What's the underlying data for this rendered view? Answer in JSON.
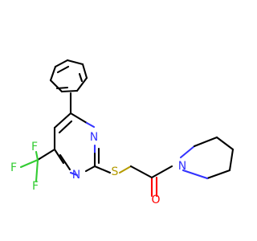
{
  "molecule": {
    "atoms": {
      "n_upper": "N",
      "n_lower": "N",
      "n_piperidine": "N",
      "s_thio": "S",
      "o_carbonyl": "O",
      "f_top": "F",
      "f_left": "F",
      "f_bottom": "F"
    },
    "colors": {
      "bond": "#000000",
      "nitrogen": "#3333ff",
      "sulfur": "#b59b00",
      "oxygen": "#ff0000",
      "fluorine": "#33cc33",
      "background": "#ffffff"
    }
  }
}
